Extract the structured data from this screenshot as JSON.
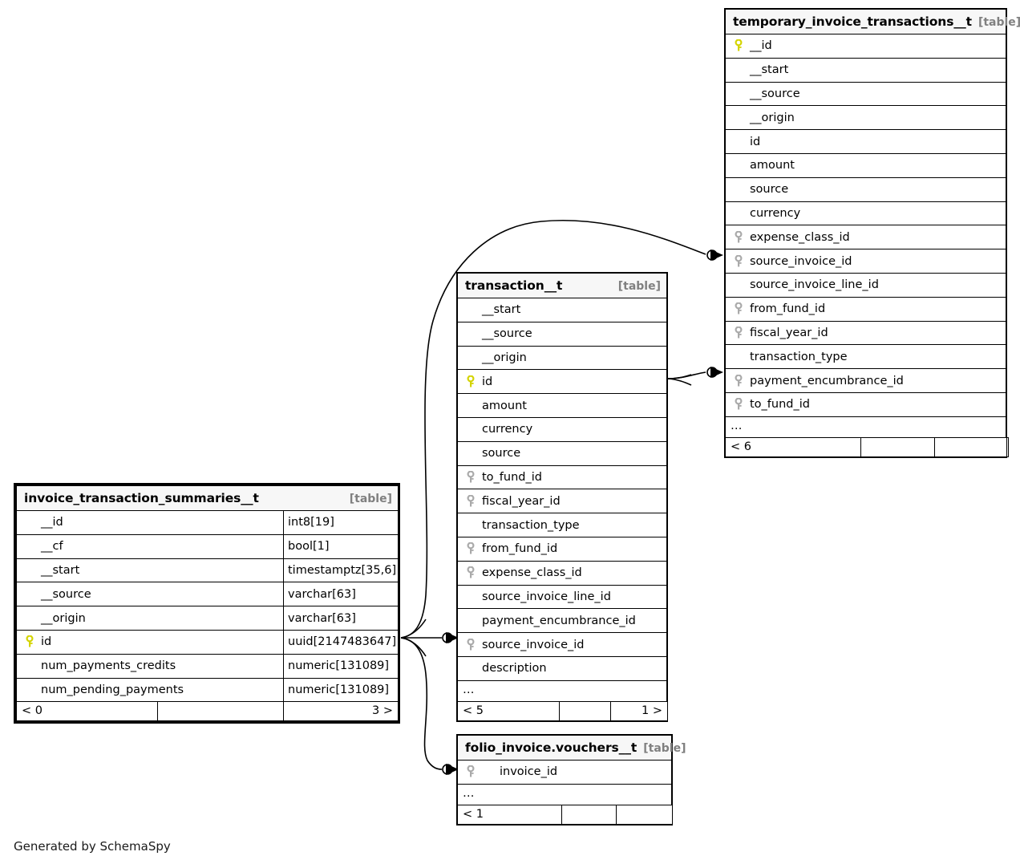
{
  "diagram": {
    "tool": "SchemaSpy",
    "credit": "Generated by SchemaSpy",
    "type_suffix": "[table]",
    "ellipsis": "…",
    "colors": {
      "primary_key": "#e8e800",
      "foreign_key": "#aaaaaa",
      "header_bg": "#f7f7f7",
      "border": "#000000",
      "background": "#ffffff",
      "suffix_text": "#808080"
    },
    "icons": {
      "primary_key": "key-icon-yellow",
      "foreign_key": "key-icon-gray"
    }
  },
  "tables": [
    {
      "id": "temporary_invoice_transactions__t",
      "name": "temporary_invoice_transactions__t",
      "suffix": "[table]",
      "focused": false,
      "has_types": false,
      "columns": [
        {
          "name": "__id",
          "key": "primary"
        },
        {
          "name": "__start",
          "key": "none"
        },
        {
          "name": "__source",
          "key": "none"
        },
        {
          "name": "__origin",
          "key": "none"
        },
        {
          "name": "id",
          "key": "none"
        },
        {
          "name": "amount",
          "key": "none"
        },
        {
          "name": "source",
          "key": "none"
        },
        {
          "name": "currency",
          "key": "none"
        },
        {
          "name": "expense_class_id",
          "key": "foreign"
        },
        {
          "name": "source_invoice_id",
          "key": "foreign"
        },
        {
          "name": "source_invoice_line_id",
          "key": "none"
        },
        {
          "name": "from_fund_id",
          "key": "foreign"
        },
        {
          "name": "fiscal_year_id",
          "key": "foreign"
        },
        {
          "name": "transaction_type",
          "key": "none"
        },
        {
          "name": "payment_encumbrance_id",
          "key": "foreign"
        },
        {
          "name": "to_fund_id",
          "key": "foreign"
        }
      ],
      "more_indicator": "…",
      "footer": {
        "left": "< 6",
        "middle": "",
        "right": ""
      }
    },
    {
      "id": "transaction__t",
      "name": "transaction__t",
      "suffix": "[table]",
      "focused": false,
      "has_types": false,
      "columns": [
        {
          "name": "__start",
          "key": "none"
        },
        {
          "name": "__source",
          "key": "none"
        },
        {
          "name": "__origin",
          "key": "none"
        },
        {
          "name": "id",
          "key": "primary"
        },
        {
          "name": "amount",
          "key": "none"
        },
        {
          "name": "currency",
          "key": "none"
        },
        {
          "name": "source",
          "key": "none"
        },
        {
          "name": "to_fund_id",
          "key": "foreign"
        },
        {
          "name": "fiscal_year_id",
          "key": "foreign"
        },
        {
          "name": "transaction_type",
          "key": "none"
        },
        {
          "name": "from_fund_id",
          "key": "foreign"
        },
        {
          "name": "expense_class_id",
          "key": "foreign"
        },
        {
          "name": "source_invoice_line_id",
          "key": "none"
        },
        {
          "name": "payment_encumbrance_id",
          "key": "none"
        },
        {
          "name": "source_invoice_id",
          "key": "foreign"
        },
        {
          "name": "description",
          "key": "none"
        }
      ],
      "more_indicator": "…",
      "footer": {
        "left": "< 5",
        "middle": "",
        "right": "1 >"
      }
    },
    {
      "id": "invoice_transaction_summaries__t",
      "name": "invoice_transaction_summaries__t",
      "suffix": "[table]",
      "focused": true,
      "has_types": true,
      "columns": [
        {
          "name": "__id",
          "key": "none",
          "type": "int8[19]"
        },
        {
          "name": "__cf",
          "key": "none",
          "type": "bool[1]"
        },
        {
          "name": "__start",
          "key": "none",
          "type": "timestamptz[35,6]"
        },
        {
          "name": "__source",
          "key": "none",
          "type": "varchar[63]"
        },
        {
          "name": "__origin",
          "key": "none",
          "type": "varchar[63]"
        },
        {
          "name": "id",
          "key": "primary",
          "type": "uuid[2147483647]"
        },
        {
          "name": "num_payments_credits",
          "key": "none",
          "type": "numeric[131089]"
        },
        {
          "name": "num_pending_payments",
          "key": "none",
          "type": "numeric[131089]"
        }
      ],
      "more_indicator": null,
      "footer": {
        "left": "< 0",
        "middle": "",
        "right": "3 >"
      }
    },
    {
      "id": "folio_invoice.vouchers__t",
      "name": "folio_invoice.vouchers__t",
      "suffix": "[table]",
      "focused": false,
      "has_types": false,
      "columns": [
        {
          "name": "invoice_id",
          "key": "foreign",
          "indent": true
        }
      ],
      "more_indicator": "…",
      "footer": {
        "left": "< 1",
        "middle": "",
        "right": ""
      }
    }
  ],
  "relationships": [
    {
      "from_table": "invoice_transaction_summaries__t",
      "from_column": "id",
      "to_table": "temporary_invoice_transactions__t",
      "to_column": "source_invoice_id",
      "notation": "crows-foot-zero-many"
    },
    {
      "from_table": "transaction__t",
      "from_column": "id",
      "to_table": "temporary_invoice_transactions__t",
      "to_column": "payment_encumbrance_id",
      "notation": "crows-foot-zero-many"
    },
    {
      "from_table": "invoice_transaction_summaries__t",
      "from_column": "id",
      "to_table": "transaction__t",
      "to_column": "source_invoice_id",
      "notation": "crows-foot-zero-many"
    },
    {
      "from_table": "invoice_transaction_summaries__t",
      "from_column": "id",
      "to_table": "folio_invoice.vouchers__t",
      "to_column": "invoice_id",
      "notation": "crows-foot-zero-many"
    }
  ]
}
